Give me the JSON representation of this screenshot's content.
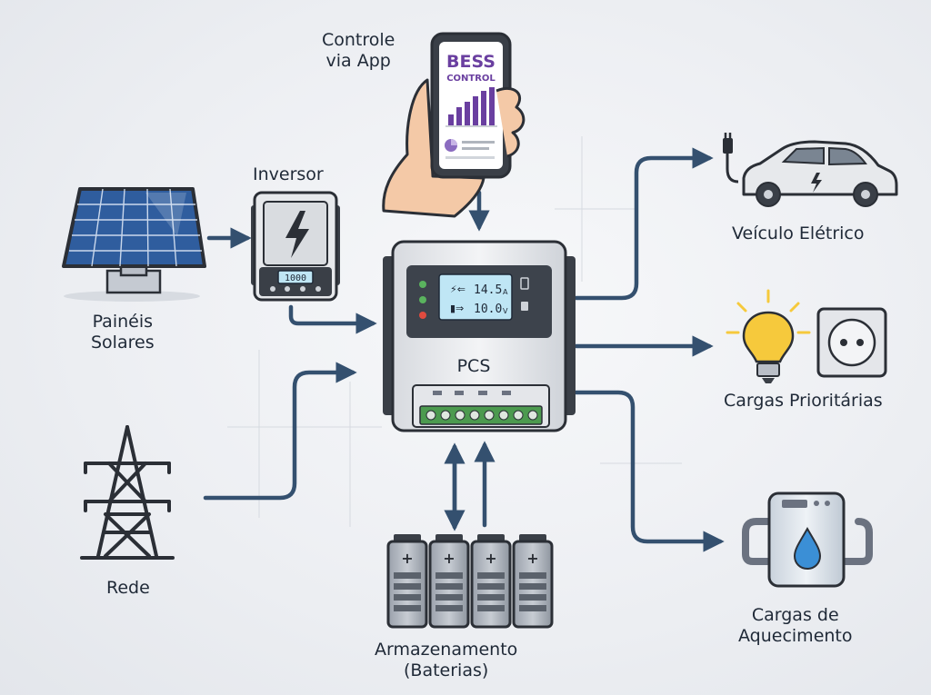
{
  "app_control": {
    "line1": "Controle",
    "line2": "via App",
    "screen_title": "BESS",
    "screen_subtitle": "CONTROL"
  },
  "inverter": {
    "label": "Inversor",
    "display_value": "1000"
  },
  "solar": {
    "line1": "Painéis",
    "line2": "Solares"
  },
  "grid": {
    "label": "Rede"
  },
  "pcs": {
    "label": "PCS",
    "readout_top_value": "14.5",
    "readout_top_unit": "A",
    "readout_bottom_value": "10.0",
    "readout_bottom_unit": "V"
  },
  "storage": {
    "line1": "Armazenamento",
    "line2": "(Baterias)"
  },
  "ev": {
    "label": "Veículo Elétrico"
  },
  "priority_loads": {
    "label": "Cargas Prioritárias"
  },
  "heating_loads": {
    "line1": "Cargas de",
    "line2": "Aquecimento"
  },
  "colors": {
    "arrow": "#34506f",
    "outline": "#2b2f36",
    "solar_blue": "#2f5d9e",
    "lcd": "#bfe6f5",
    "terminal_green": "#4c9a4f",
    "bulb": "#f6c93c"
  }
}
